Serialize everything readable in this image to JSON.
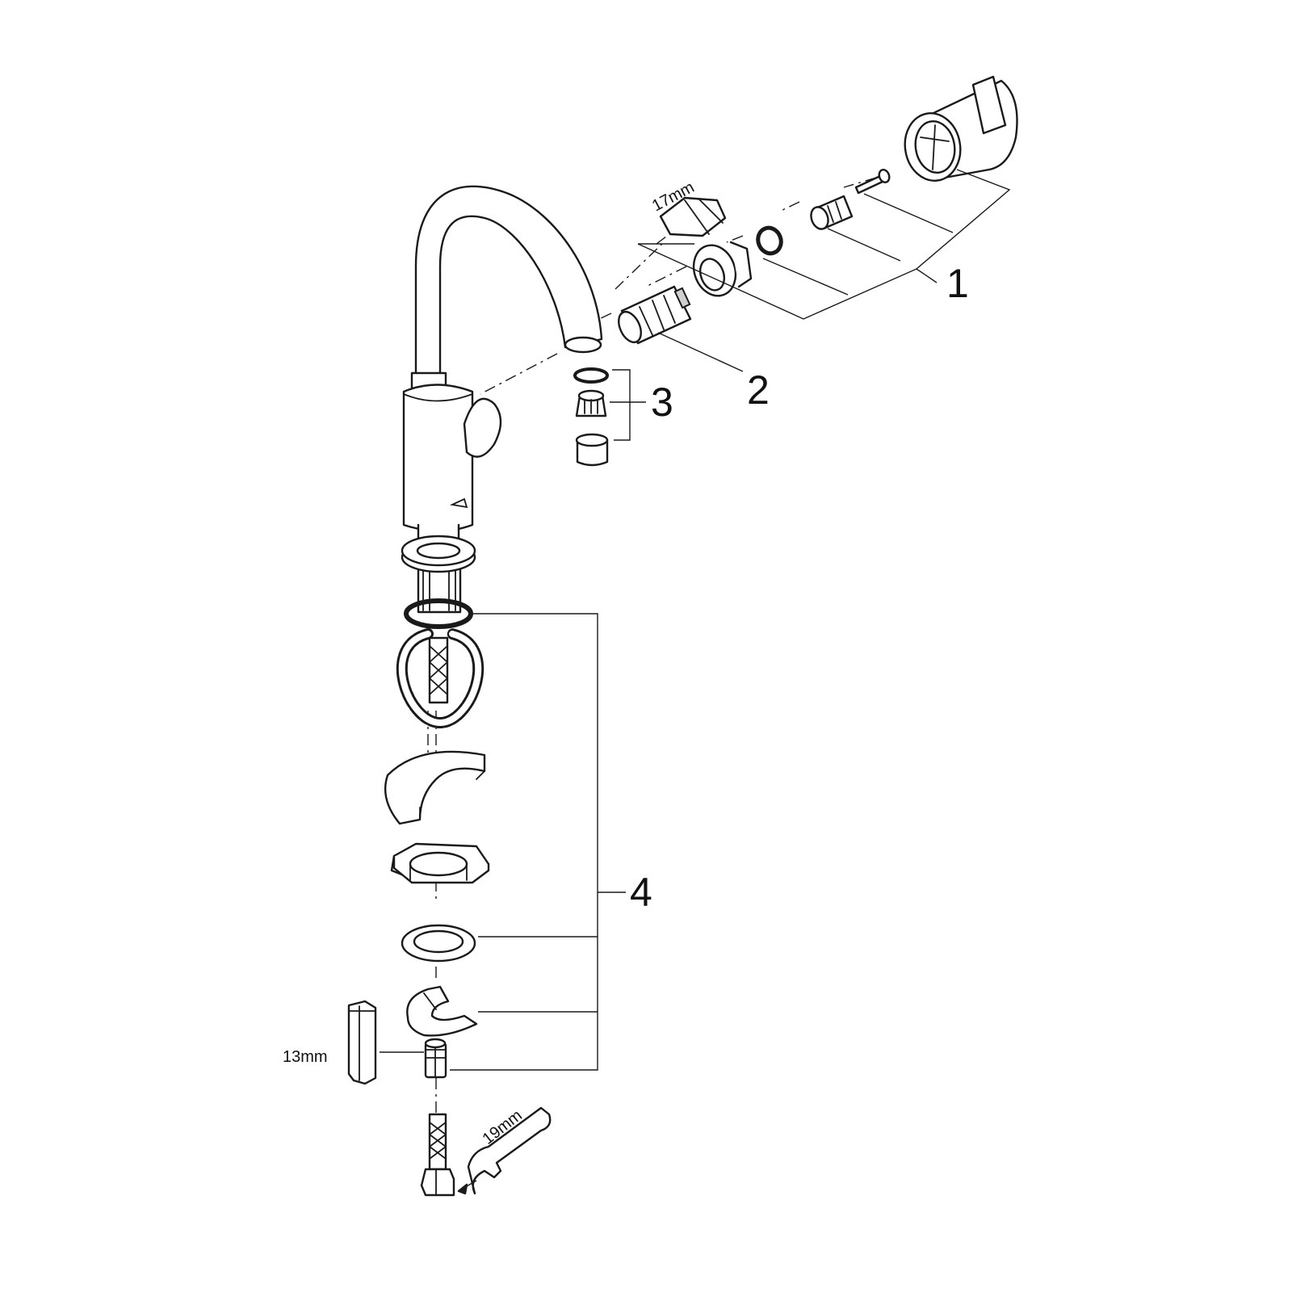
{
  "callouts": {
    "c1": "1",
    "c2": "2",
    "c3": "3",
    "c4": "4"
  },
  "tools": {
    "hex_upper": "17mm",
    "hex_lower": "13mm",
    "wrench": "19mm"
  },
  "colors": {
    "line": "#1a1a1a",
    "shade": "#cfcfcf",
    "background": "#ffffff"
  }
}
